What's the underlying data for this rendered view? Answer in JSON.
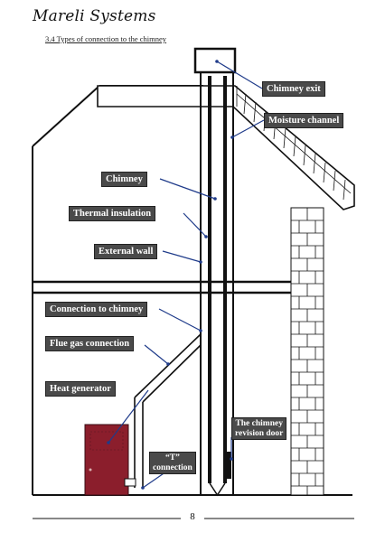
{
  "header": {
    "brand": "Mareli Systems",
    "section_title": "3.4 Types of connection to the chimney"
  },
  "labels": {
    "chimney_exit": "Chimney exit",
    "moisture_channel": "Moisture channel",
    "chimney": "Chimney",
    "thermal_insulation": "Thermal insulation",
    "external_wall": "External wall",
    "connection_to_chimney": "Connection to chimney",
    "flue_gas_connection": "Flue gas connection",
    "heat_generator": "Heat generator",
    "t_connection_line1": "“T”",
    "t_connection_line2": "connection",
    "revision_door_line1": "The chimney",
    "revision_door_line2": "revision door"
  },
  "footer": {
    "page_number": "8"
  },
  "colors": {
    "label_bg": "#4a4a4a",
    "leader": "#1f3b8a",
    "heat_generator": "#8b1e2c"
  }
}
